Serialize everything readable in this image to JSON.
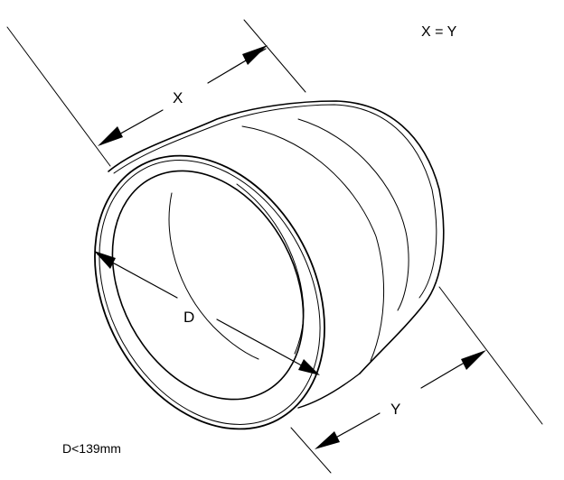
{
  "diagram": {
    "equation": "X = Y",
    "label_x": "X",
    "label_y": "Y",
    "label_d": "D",
    "note": "D<139mm"
  },
  "colors": {
    "stroke": "#000000",
    "background": "#ffffff"
  }
}
